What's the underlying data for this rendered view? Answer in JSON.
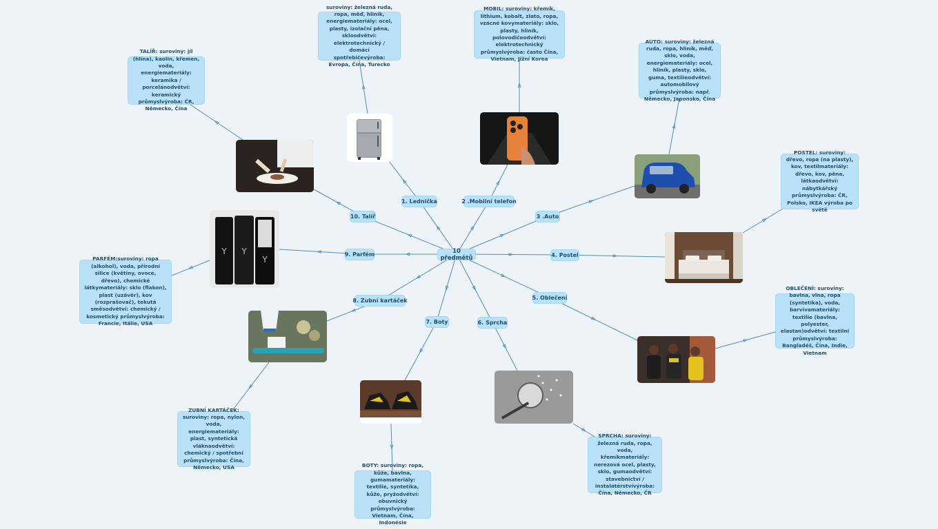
{
  "mindmap": {
    "center": "10 předmětů",
    "items": [
      {
        "id": "lednicka",
        "label": "1. Lednička",
        "note": "suroviny: železná ruda, ropa, měď, hliník, energiemateriály: ocel, plasty, izolační pěna, skloodvětví: elektrotechnický / domácí spotřebičevýroba: Evropa, Čína, Turecko",
        "icon": "refrigerator-icon"
      },
      {
        "id": "mobil",
        "label": "2 .Mobilní telefon",
        "note": "MOBIL: suroviny: křemík, lithium, kobalt, zlato, ropa, vzácné kovymateriály: sklo, plasty, hliník, polovodičeodvětví: elektrotechnický průmyslvýroba: často Čína, Vietnam, Jižní Korea",
        "icon": "smartphone-icon"
      },
      {
        "id": "auto",
        "label": "3 .Auto",
        "note": "AUTO: suroviny: železná ruda, ropa, hliník, měď, sklo, voda, energiemateriály: ocel, hliník, plasty, sklo, guma, textilieodvětví: automobilový průmyslvýroba: např. Německo, Japonsko, Čína",
        "icon": "car-icon"
      },
      {
        "id": "postel",
        "label": "4. Postel",
        "note": "POSTEL: suroviny: dřevo, ropa (na plasty), kov, textilmateriály: dřevo, kov, pěna, látkaodvětví: nábytkářský průmyslvýroba: ČR, Polsko, IKEA výroba po světě",
        "icon": "bed-icon"
      },
      {
        "id": "obleceni",
        "label": "5. Oblečení",
        "note": "OBLEČENÍ: suroviny: bavlna, vlna, ropa (syntetika), voda, barvivamateriály: textilie (bavlna, polyester, elastan)odvětví: textilní průmyslvýroba: Bangladéš, Čína, Indie, Vietnam",
        "icon": "clothing-icon"
      },
      {
        "id": "sprcha",
        "label": "6. Sprcha",
        "note": "SPRCHA: suroviny: železná ruda, ropa, voda, křemíkmateriály: nerezová ocel, plasty, sklo, gumaodvětví: stavebnictví / instalatérstvívýroba: Čína, Německo, ČR",
        "icon": "shower-icon"
      },
      {
        "id": "boty",
        "label": "7. Boty",
        "note": "BOTY: suroviny: ropa, kůže, bavlna, gumamateriály: textilie, syntetika, kůže, pryžodvětví: obuvnický průmyslvýroba: Vietnam, Čína, Indonésie",
        "icon": "shoe-icon"
      },
      {
        "id": "kartacek",
        "label": "8. Zubní kartáček",
        "note": "ZUBNÍ KARTÁČEK: suroviny: ropa, nylon, voda, energiemateriály: plast, syntetická vláknaodvětví: chemický / spotřební průmyslvýroba: Čína, Německo, USA",
        "icon": "toothbrush-icon"
      },
      {
        "id": "parfem",
        "label": "9. Parfém",
        "note": "PARFÉM:suroviny: ropa (alkohol), voda, přírodní silice (květiny, ovoce, dřevo), chemické látkymateriály: sklo (flakon), plast (uzávěr), kov (rozprašovač), tekutá směsodvětví: chemický / kosmetický průmyslvýroba: Francie, Itálie, USA",
        "icon": "perfume-icon"
      },
      {
        "id": "talir",
        "label": "10. Talíř",
        "note": "TALÍŘ: suroviny: jíl (hlína), kaolin, křemen, voda, energiemateriály: keramika / porcelánodvětví: keramický průmyslvýroba: ČR, Německo, Čína",
        "icon": "plate-icon"
      }
    ]
  }
}
